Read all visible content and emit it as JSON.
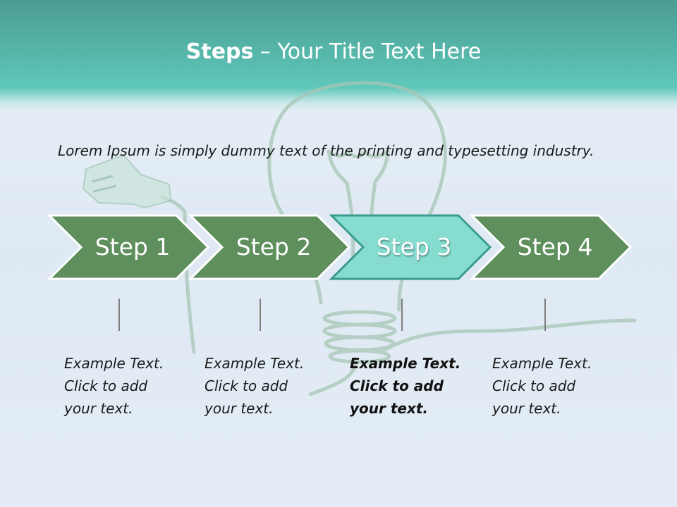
{
  "header": {
    "title_bold": "Steps",
    "title_rest": " – Your Title Text Here"
  },
  "intro_text": "Lorem Ipsum is simply dummy text of the printing and typesetting industry.",
  "steps": [
    {
      "label": "Step 1",
      "desc_line1": "Example Text.",
      "desc_line2": "Click  to add",
      "desc_line3": "your text.",
      "active": false
    },
    {
      "label": "Step 2",
      "desc_line1": "Example Text.",
      "desc_line2": "Click  to add",
      "desc_line3": "your text.",
      "active": false
    },
    {
      "label": "Step 3",
      "desc_line1": "Example Text.",
      "desc_line2": "Click  to add",
      "desc_line3": "your text.",
      "active": true
    },
    {
      "label": "Step 4",
      "desc_line1": "Example Text.",
      "desc_line2": "Click  to add",
      "desc_line3": "your text.",
      "active": false
    }
  ],
  "colors": {
    "banner": "#56b5a9",
    "arrow_default": "#5f8f5c",
    "arrow_default_stroke": "#ffffff",
    "arrow_active": "#86dccf",
    "arrow_active_stroke": "#3b9b90",
    "background": "#e4edf5"
  },
  "background_illustration": "lightbulb-wire-plug"
}
